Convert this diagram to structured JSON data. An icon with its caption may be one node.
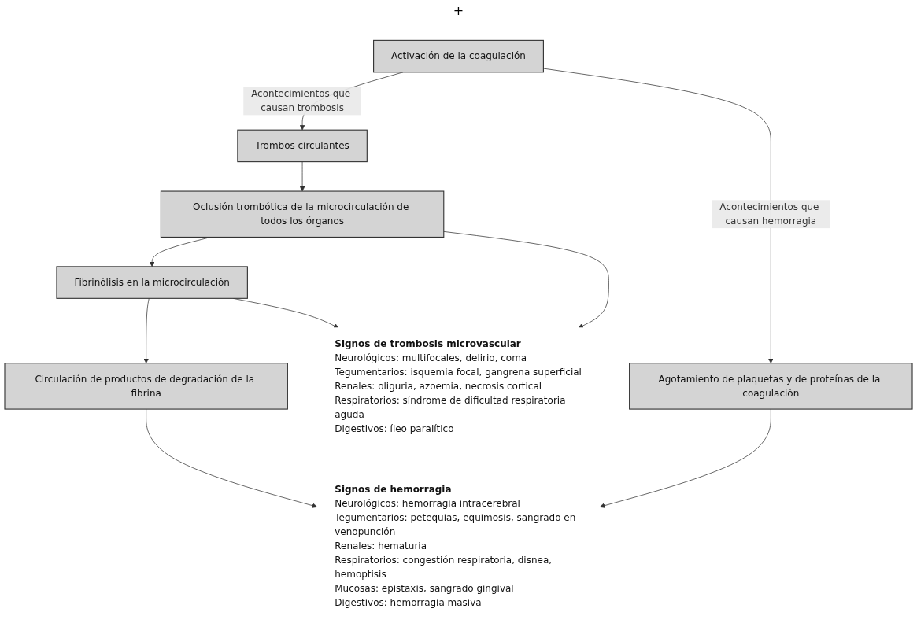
{
  "diagram": {
    "nodes": [
      {
        "text": [
          "Activación de la coagulación"
        ]
      },
      {
        "text": [
          "Trombos circulantes"
        ]
      },
      {
        "text": [
          "Oclusión trombótica de la microcirculación de todos los órganos"
        ]
      },
      {
        "text": [
          "Fibrinólisis en la microcirculación"
        ]
      },
      {
        "text": [
          "Circulación de productos de degradación de la fibrina"
        ]
      },
      {
        "text": [
          "Agotamiento de plaquetas y de proteínas de la coagulación"
        ]
      },
      {
        "text": [
          "Signos de trombosis microvascular",
          "Neurológicos: multifocales, delirio, coma",
          "Tegumentarios: isquemia focal, gangrena superficial",
          "Renales: oliguria, azoemia, necrosis cortical",
          "Respiratorios: síndrome de dificultad respiratoria aguda",
          "Digestivos: íleo paralítico"
        ]
      },
      {
        "text": [
          "Signos de hemorragia",
          "Neurológicos: hemorragia intracerebral",
          "Tegumentarios: petequias, equimosis, sangrado en venopunción",
          "Renales: hematuria",
          "Respiratorios: congestión respiratoria, disnea, hemoptisis",
          "Mucosas: epistaxis, sangrado gingival",
          "Digestivos: hemorragia masiva"
        ]
      }
    ],
    "edges": [
      {
        "from": 0,
        "to": 1,
        "arrow": "to",
        "label": "Acontecimientos que causan trombosis"
      },
      {
        "from": 0,
        "to": 5,
        "arrow": "to",
        "label": "Acontecimientos que causan hemorragia"
      },
      {
        "from": 1,
        "to": 2,
        "arrow": "to"
      },
      {
        "from": 2,
        "to": 3,
        "arrow": "to"
      },
      {
        "from": 3,
        "to": 4,
        "arrow": "to"
      },
      {
        "from": 2,
        "to": 6,
        "arrow": "to"
      },
      {
        "from": 3,
        "to": 6,
        "arrow": "to"
      },
      {
        "from": 4,
        "to": 7,
        "arrow": "to"
      },
      {
        "from": 5,
        "to": 7,
        "arrow": "to"
      }
    ],
    "labels": [
      "+"
    ]
  }
}
